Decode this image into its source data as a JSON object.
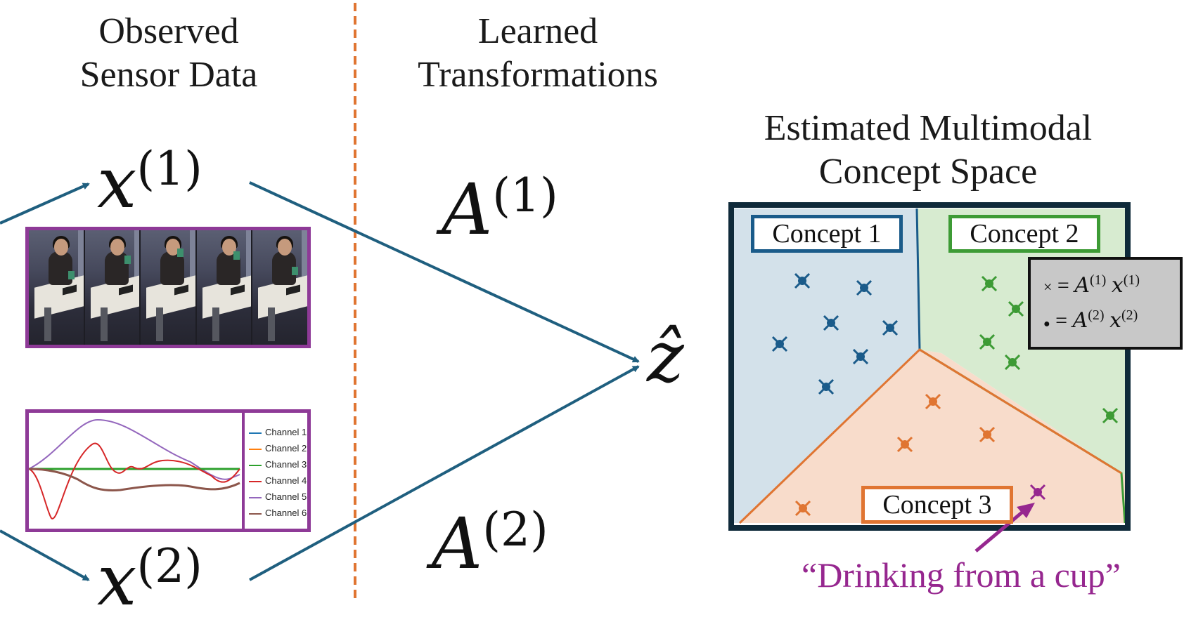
{
  "headers": {
    "observed": [
      "Observed",
      "Sensor Data"
    ],
    "learned": [
      "Learned",
      "Transformations"
    ],
    "space": [
      "Estimated Multimodal",
      "Concept Space"
    ]
  },
  "symbols": {
    "x1_base": "x",
    "x1_sup": "(1)",
    "x2_base": "x",
    "x2_sup": "(2)",
    "a1_base": "A",
    "a1_sup": "(1)",
    "a2_base": "A",
    "a2_sup": "(2)",
    "z_hat": "ẑ"
  },
  "legend": {
    "channels": [
      {
        "name": "Channel 1",
        "color": "#1f77b4"
      },
      {
        "name": "Channel 2",
        "color": "#ff7f0e"
      },
      {
        "name": "Channel 3",
        "color": "#2ca02c"
      },
      {
        "name": "Channel 4",
        "color": "#d62728"
      },
      {
        "name": "Channel 5",
        "color": "#9467bd"
      },
      {
        "name": "Channel 6",
        "color": "#8c564b"
      }
    ]
  },
  "concepts": [
    {
      "label": "Concept 1",
      "color": "#1a5b8a",
      "fill": "#d3e1ea"
    },
    {
      "label": "Concept 2",
      "color": "#3d9b35",
      "fill": "#d7ebd0"
    },
    {
      "label": "Concept 3",
      "color": "#e07532",
      "fill": "#f8dccb"
    }
  ],
  "key": {
    "row1": {
      "marker": "×",
      "eq": "=",
      "a": "A",
      "a_sup": "(1)",
      "x": "x",
      "x_sup": "(1)"
    },
    "row2": {
      "marker": "●",
      "eq": "=",
      "a": "A",
      "a_sup": "(2)",
      "x": "x",
      "x_sup": "(2)"
    }
  },
  "caption": "“Drinking from a cup”",
  "colors": {
    "arrow": "#1f5f7f",
    "divider": "#e07532",
    "frame_border": "#8e3a97",
    "space_border": "#0f2a3a",
    "concept3_point": "#96278f"
  }
}
